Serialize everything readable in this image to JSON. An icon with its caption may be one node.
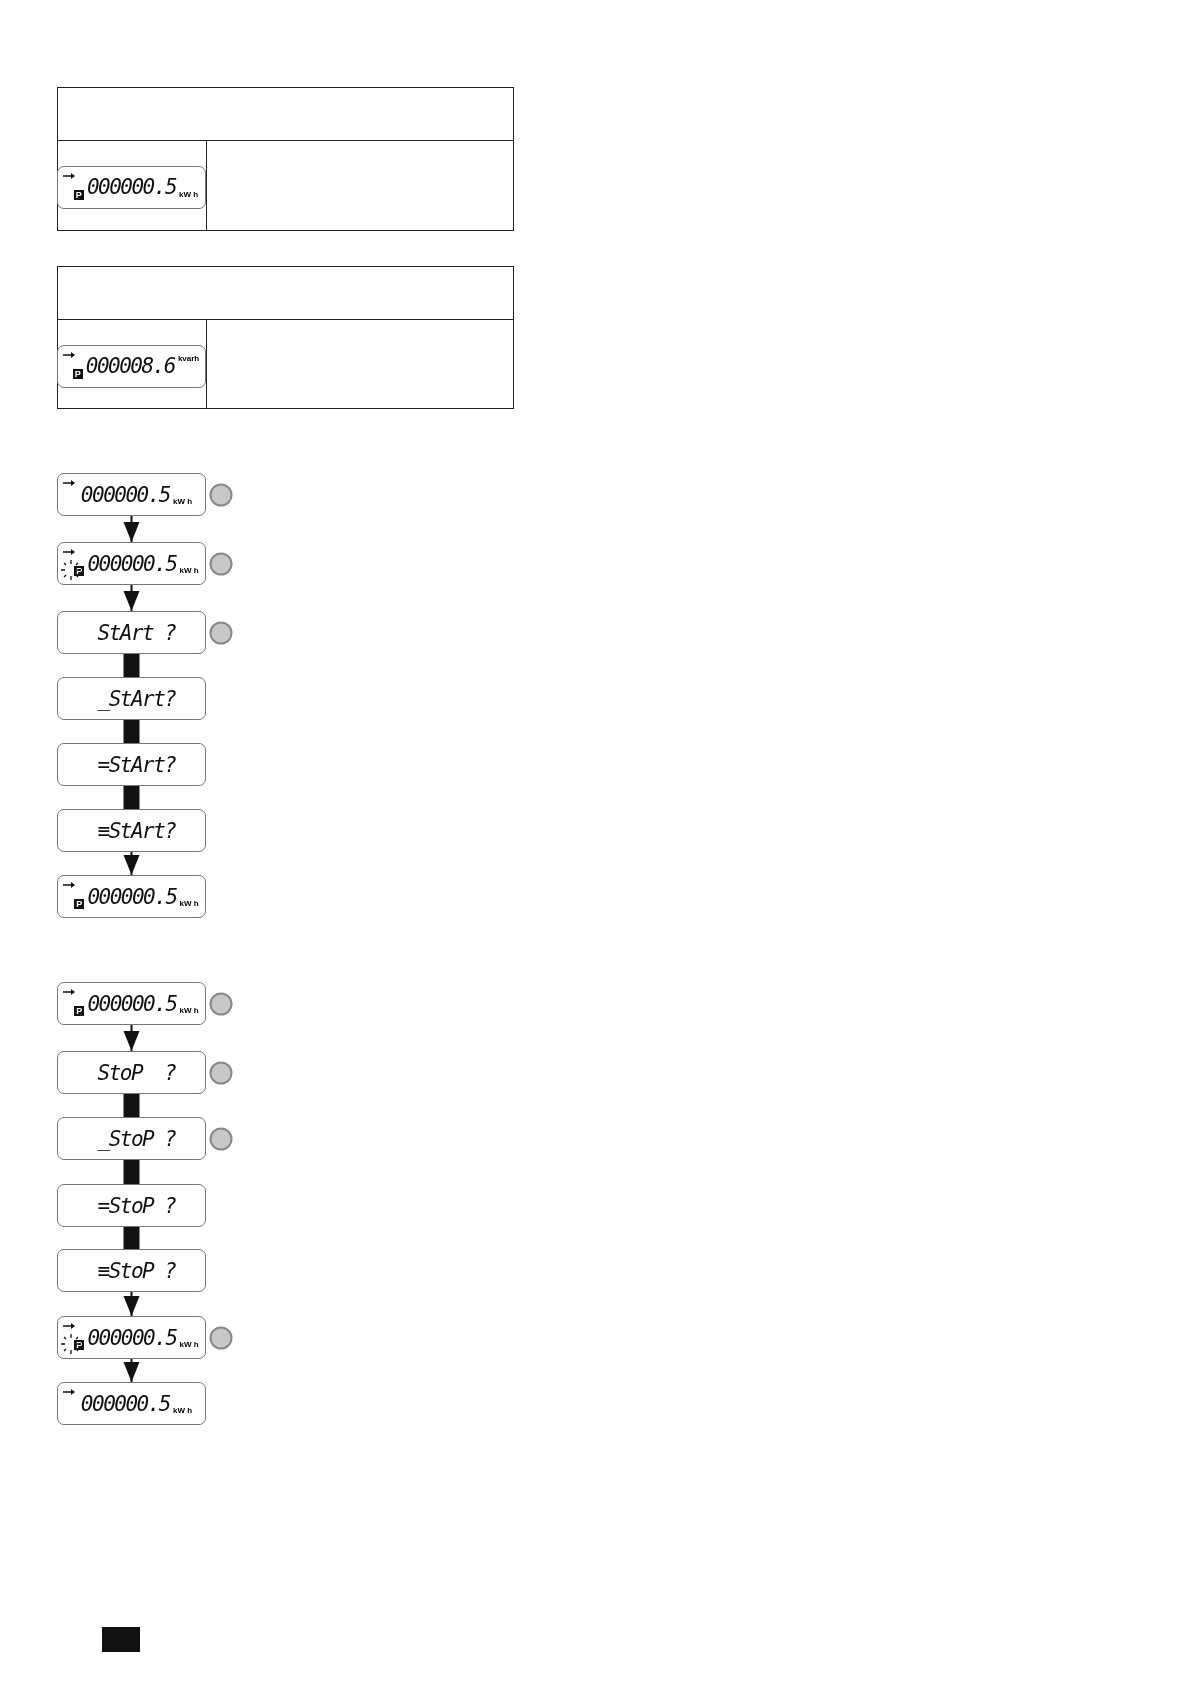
{
  "diagram": {
    "nodes": [
      {
        "text": [],
        "shape": "box"
      },
      {
        "text": [
          "P",
          "000000.5",
          "kW h"
        ],
        "in": 0
      },
      {
        "text": [],
        "shape": "box"
      },
      {
        "text": [
          "P",
          "000008.6",
          "kvarh"
        ],
        "in": 2
      },
      {
        "text": [
          "000000.5",
          "kW h"
        ]
      },
      {
        "text": [
          "P",
          "000000.5",
          "kW h"
        ]
      },
      {
        "text": [
          "StArt ?"
        ]
      },
      {
        "text": [
          "_StArt?"
        ]
      },
      {
        "text": [
          "=StArt?"
        ]
      },
      {
        "text": [
          "≡StArt?"
        ]
      },
      {
        "text": [
          "P",
          "000000.5",
          "kW h"
        ]
      },
      {
        "text": [
          "P",
          "000000.5",
          "kW h"
        ]
      },
      {
        "text": [
          "StoP  ?"
        ]
      },
      {
        "text": [
          "_StoP ?"
        ]
      },
      {
        "text": [
          "=StoP ?"
        ]
      },
      {
        "text": [
          "≡StoP ?"
        ]
      },
      {
        "text": [
          "P",
          "000000.5",
          "kW h"
        ]
      },
      {
        "text": [
          "000000.5",
          "kW h"
        ]
      }
    ],
    "edges": [
      {
        "from": 4,
        "to": 5,
        "arrow": "to"
      },
      {
        "from": 5,
        "to": 6,
        "arrow": "to"
      },
      {
        "from": 6,
        "to": 7,
        "arrow": "none",
        "style": "thick"
      },
      {
        "from": 7,
        "to": 8,
        "arrow": "none",
        "style": "thick"
      },
      {
        "from": 8,
        "to": 9,
        "arrow": "none",
        "style": "thick"
      },
      {
        "from": 9,
        "to": 10,
        "arrow": "to"
      },
      {
        "from": 11,
        "to": 12,
        "arrow": "to"
      },
      {
        "from": 12,
        "to": 13,
        "arrow": "none",
        "style": "thick"
      },
      {
        "from": 13,
        "to": 14,
        "arrow": "none",
        "style": "thick"
      },
      {
        "from": 14,
        "to": 15,
        "arrow": "none",
        "style": "thick"
      },
      {
        "from": 15,
        "to": 16,
        "arrow": "to"
      },
      {
        "from": 16,
        "to": 17,
        "arrow": "to"
      }
    ]
  }
}
